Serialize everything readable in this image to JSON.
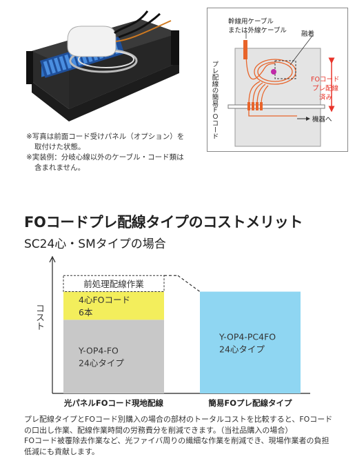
{
  "notes": [
    {
      "first": "※写真は前面コード受けパネル（オプション）を",
      "cont": "取付けた状態。"
    },
    {
      "first": "※実装例：分岐心線以外のケーブル・コード類は",
      "cont": "含まれません。"
    }
  ],
  "diagram": {
    "label_cable_1": "幹線用ケーブル",
    "label_cable_2": "または外線ケーブル",
    "label_fusion": "融着",
    "label_panel": "プレ配線の簡易ＦＯコード",
    "label_fo_1": "FOコード",
    "label_fo_2": "プレ配線",
    "label_fo_3": "済み",
    "label_device": "機器へ",
    "accent": "#e8342a"
  },
  "heading": "FOコードプレ配線タイプのコストメリット",
  "subheading": "SC24心・SMタイプの場合",
  "chart_data": {
    "type": "bar",
    "ylabel": "コスト",
    "categories": [
      "光パネルFOコード現地配線",
      "簡易FOプレ配線タイプ"
    ],
    "bars": [
      {
        "category": "光パネルFOコード現地配線",
        "segments": [
          {
            "line1": "Y-OP4-FO",
            "line2": "24心タイプ",
            "value": 0.55,
            "color": "#c8c8c8"
          },
          {
            "line1": "4心FOコード",
            "line2": "6本",
            "value": 0.21,
            "color": "#f3ee5c"
          },
          {
            "line1": "前処理配線作業",
            "line2": "",
            "value": 0.12,
            "color": "#ffffff"
          }
        ]
      },
      {
        "category": "簡易FOプレ配線タイプ",
        "segments": [
          {
            "line1": "Y-OP4-PC4FO",
            "line2": "24心タイプ",
            "value": 0.76,
            "color": "#8fd6f2"
          }
        ]
      }
    ]
  },
  "footer": [
    "プレ配線タイプとFOコード別購入の場合の部材のトータルコストを比較すると、FOコード",
    "の口出し作業、配線作業時間の労務費分を削減できます。（当社品購入の場合）",
    "FOコード被覆除去作業など、光ファイバ周りの繊細な作業を削減でき、現場作業者の負担",
    "低減にも貢献します。"
  ]
}
